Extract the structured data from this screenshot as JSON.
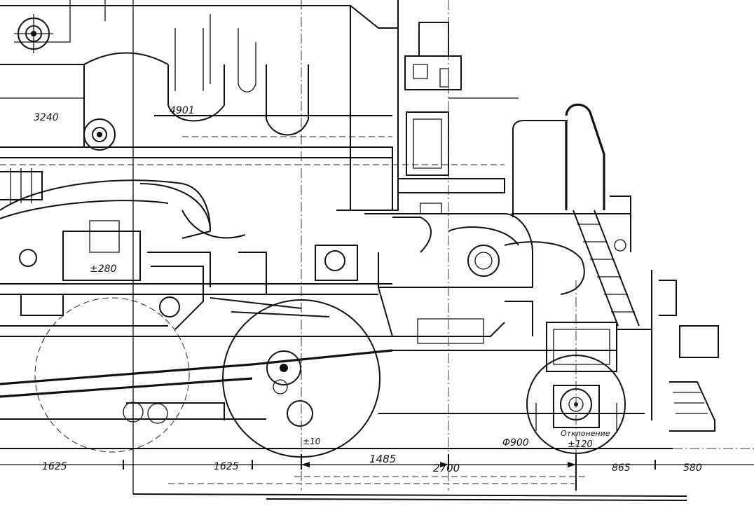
{
  "labels": {
    "d3240": "3240",
    "d4901": "4901",
    "d280": "±280",
    "d10": "±10",
    "phi900": "Φ900",
    "otklonenie": "Отклонение",
    "pm120": "±120",
    "d1625a": "1625",
    "d1625b": "1625",
    "d1485": "1485",
    "d2700": "2700",
    "d865": "865",
    "d580": "580"
  }
}
